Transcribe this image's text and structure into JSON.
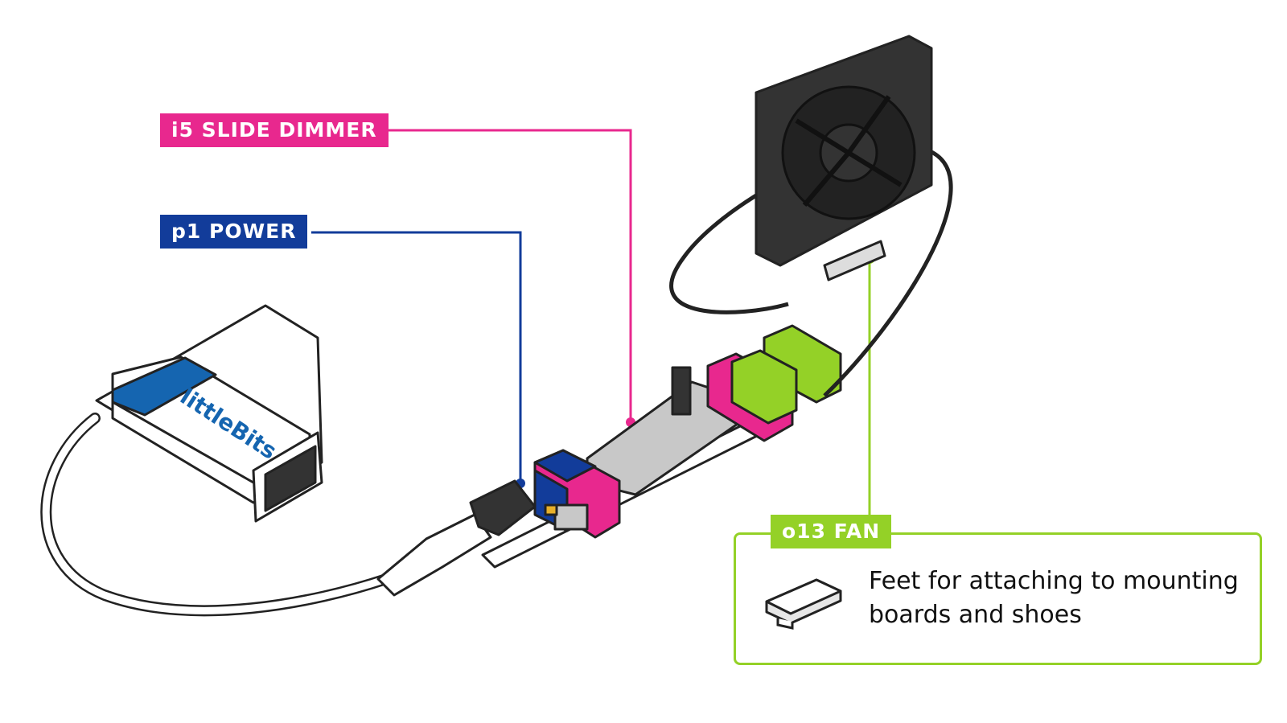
{
  "labels": {
    "dimmer": "i5 SLIDE DIMMER",
    "power": "p1 POWER",
    "fan": "o13 FAN"
  },
  "callout": {
    "description": "Feet for attaching to mounting boards and shoes"
  },
  "battery": {
    "brand": "littleBits"
  },
  "colors": {
    "dimmer": "#e8288e",
    "power": "#123c9a",
    "fan": "#94d127",
    "battery_band": "#1565b0"
  }
}
